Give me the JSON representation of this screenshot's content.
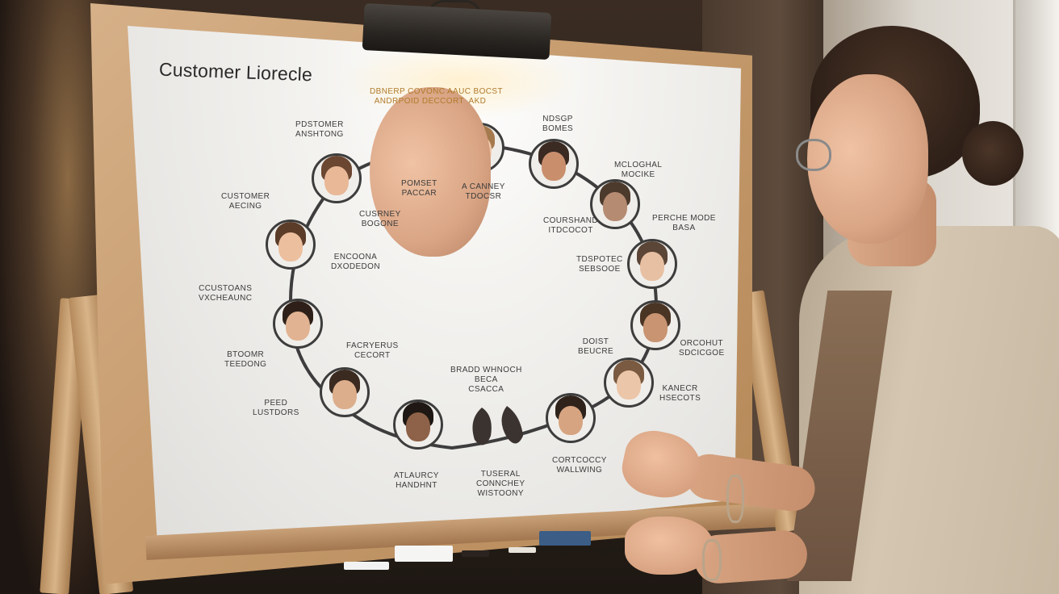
{
  "board": {
    "title": "Customer Liorecle",
    "stages": [
      {
        "label": "DBNERP COVONC AAUC BOCST\nANDRPOID DECCORT  AKD",
        "class": "head"
      },
      {
        "label": "PDSTOMER\nANSHTONG"
      },
      {
        "label": "NDSGP\nBOMES"
      },
      {
        "label": "CUSTOMER\nAECING"
      },
      {
        "label": "POMSET\nPACCAR"
      },
      {
        "label": "A CANNEY\nTDOCSR"
      },
      {
        "label": "MCLOGHAL\nMOCIKE"
      },
      {
        "label": "CUSRNEY\nBOGONE"
      },
      {
        "label": "COURSHAND\nITDCOCOT"
      },
      {
        "label": "PERCHE MODE\nBASA"
      },
      {
        "label": "ENCOONA\nDXODEDON"
      },
      {
        "label": "TDSPOTEC\nSEBSOOE"
      },
      {
        "label": "CCUSTOANS\nVXCHEAUNC"
      },
      {
        "label": "FACRYERUS\nCECORT"
      },
      {
        "label": "DOIST\nBEUCRE"
      },
      {
        "label": "ORCOHUT\nSDCICGOE"
      },
      {
        "label": "BTOOMR\nTEEDONG"
      },
      {
        "label": "BRADD WHNOCH\nBECA\nCSACCA"
      },
      {
        "label": "KANECR\nHSECOTS"
      },
      {
        "label": "PEED\nLUSTDORS"
      },
      {
        "label": "CORTCOCCY\nWALLWING"
      },
      {
        "label": "ATLAURCY\nHANDHNT"
      },
      {
        "label": "TUSERAL\nCONNCHEY\nWISTOONY"
      }
    ]
  },
  "colors": {
    "board": "#f1f0ed",
    "frame": "#c89c6e",
    "ring": "#3d3d3d",
    "accent_label": "#b07a2a"
  }
}
